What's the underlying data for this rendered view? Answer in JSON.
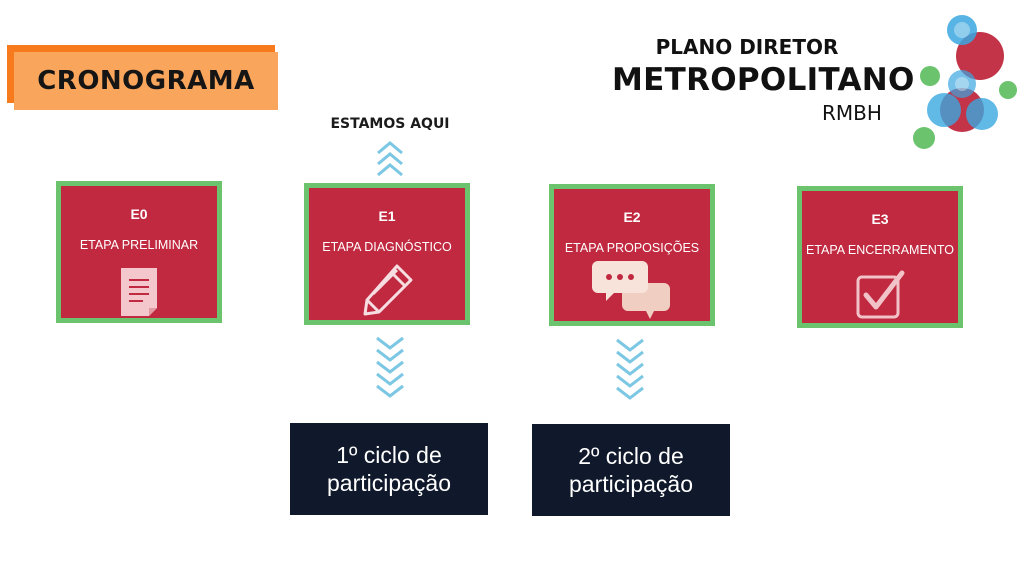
{
  "title": "CRONOGRAMA",
  "logo": {
    "line1": "PLANO DIRETOR",
    "line2": "METROPOLITANO",
    "line3": "RMBH",
    "colors": {
      "red": "#c0293f",
      "blue": "#3aa7e0",
      "green": "#6cc36e"
    }
  },
  "current_marker": "ESTAMOS AQUI",
  "stages": [
    {
      "code": "E0",
      "name": "ETAPA PRELIMINAR",
      "icon": "document-icon"
    },
    {
      "code": "E1",
      "name": "ETAPA DIAGNÓSTICO",
      "icon": "pencil-icon"
    },
    {
      "code": "E2",
      "name": "ETAPA PROPOSIÇÕES",
      "icon": "chat-bubbles-icon"
    },
    {
      "code": "E3",
      "name": "ETAPA ENCERRAMENTO",
      "icon": "checkbox-icon"
    }
  ],
  "cycles": [
    {
      "line1": "1º ciclo de",
      "line2": "participação"
    },
    {
      "line1": "2º ciclo de",
      "line2": "participação"
    }
  ],
  "colors": {
    "stage_fill": "#c0293f",
    "stage_border": "#6cc36e",
    "cycle_fill": "#10192b",
    "title_fill": "#f9a55c",
    "title_shadow": "#f77b1c",
    "chevron": "#7cc7e3"
  }
}
